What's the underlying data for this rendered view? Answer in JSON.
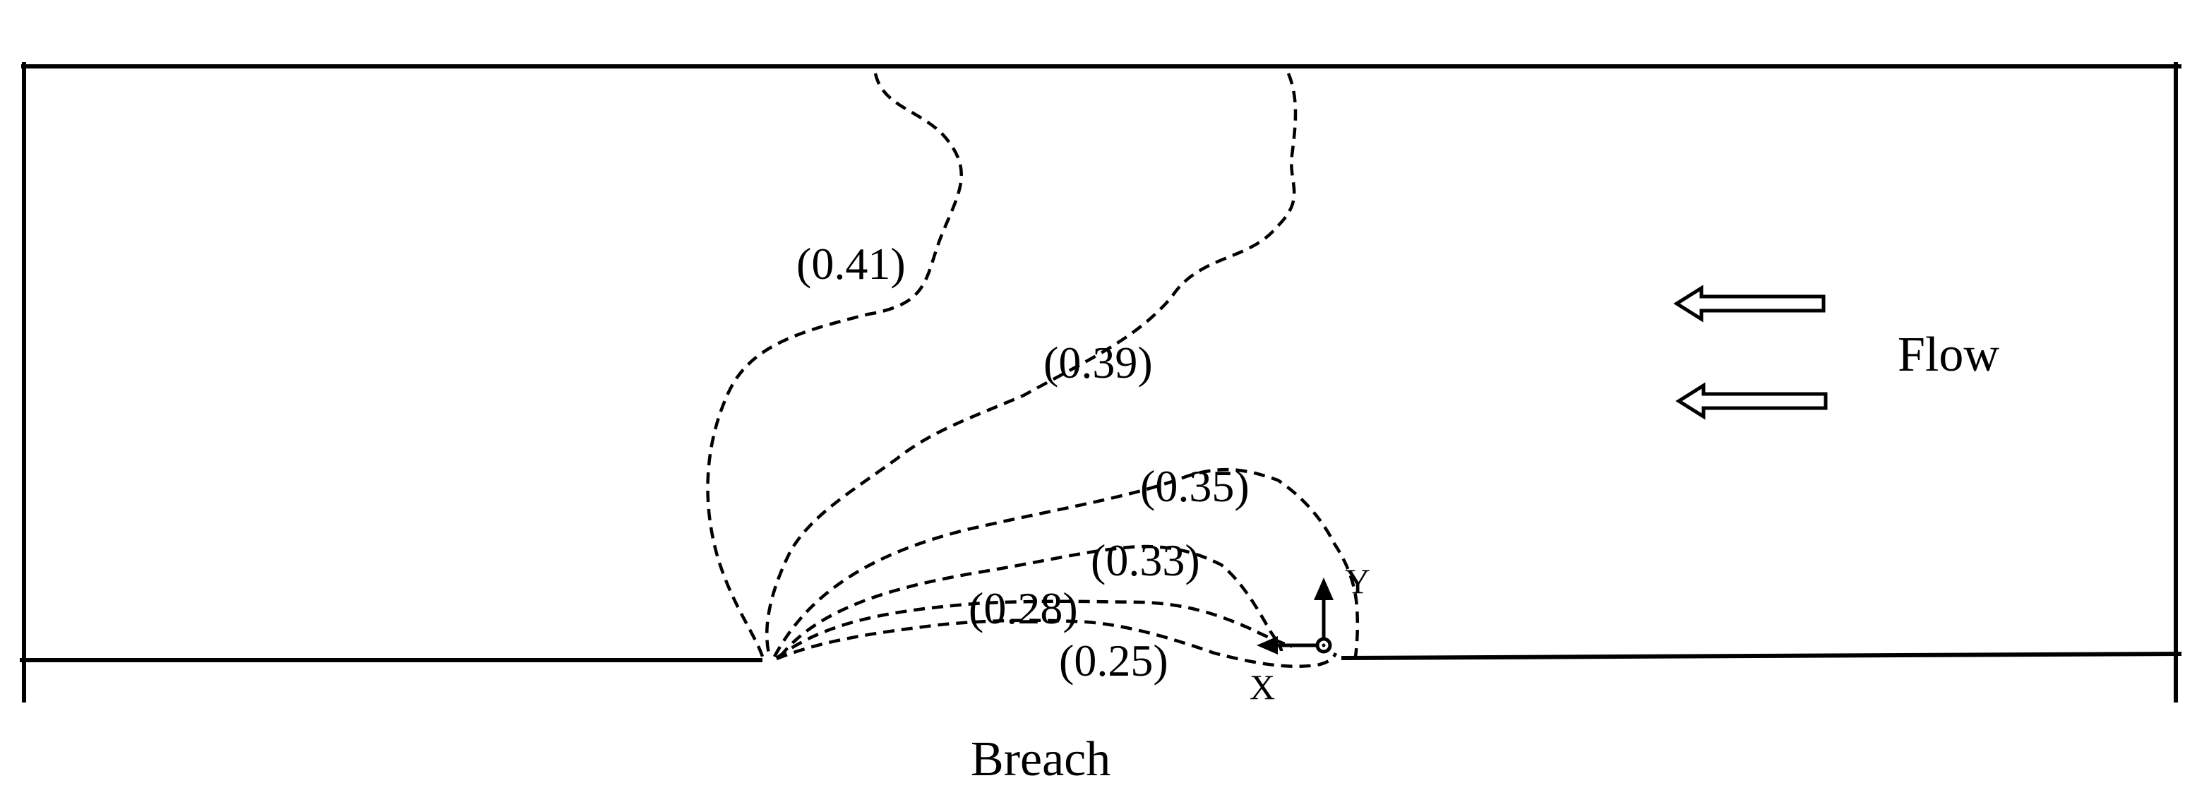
{
  "flow_label": "Flow",
  "breach_label": "Breach",
  "contours": [
    {
      "label": "(0.41)",
      "value": 0.41
    },
    {
      "label": "(0.39)",
      "value": 0.39
    },
    {
      "label": "(0.35)",
      "value": 0.35
    },
    {
      "label": "(0.33)",
      "value": 0.33
    },
    {
      "label": "(0.28)",
      "value": 0.28
    },
    {
      "label": "(0.25)",
      "value": 0.25
    }
  ],
  "axes": {
    "x_label": "X",
    "y_label": "Y"
  },
  "icons": {
    "flow_arrows": "hollow-arrow-left-icon",
    "origin": "origin-marker-icon"
  }
}
